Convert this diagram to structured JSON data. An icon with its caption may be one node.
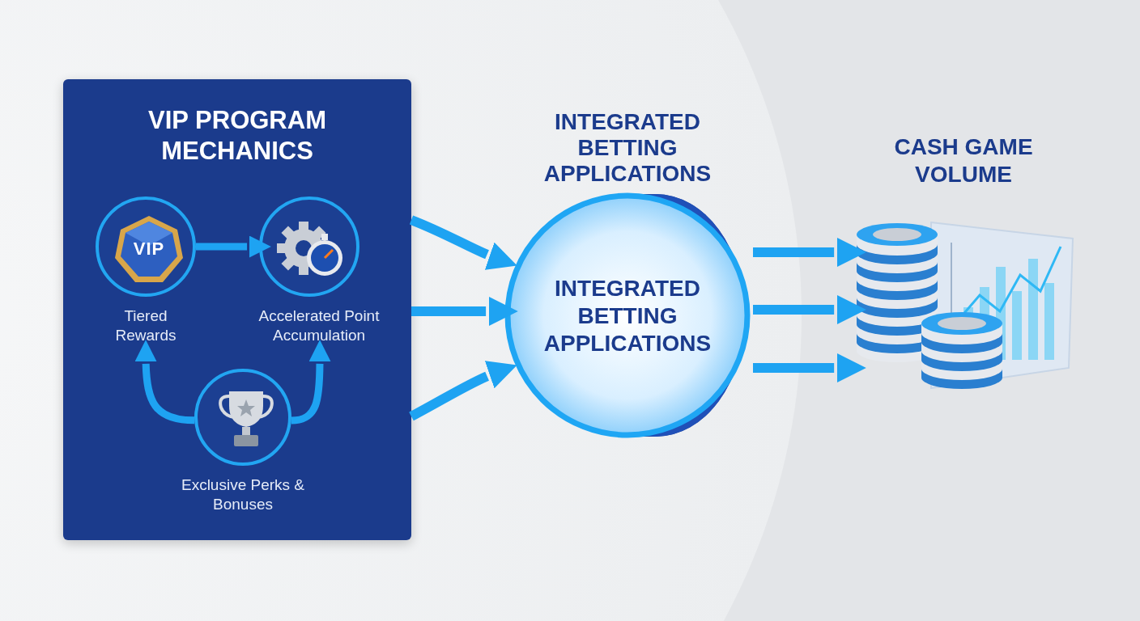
{
  "diagram": {
    "nodes": [
      {
        "text": [
          "VIP PROGRAM MECHANICS"
        ]
      },
      {
        "text": [
          "VIP"
        ],
        "beside": [
          "Tiered Rewards"
        ],
        "in": 0
      },
      {
        "text": [],
        "shape": "circle",
        "beside": [
          "Accelerated Point Accumulation"
        ],
        "in": 0
      },
      {
        "text": [],
        "shape": "circle",
        "beside": [
          "Exclusive Perks & Bonuses"
        ],
        "in": 0
      },
      {
        "text": [
          "INTEGRATED BETTING APPLICATIONS",
          "INTEGRATED BETTING APPLICATIONS"
        ]
      },
      {
        "text": [
          "CASH GAME VOLUME"
        ]
      }
    ],
    "edges": [
      {
        "from": 1,
        "to": 2,
        "arrow": "to"
      },
      {
        "from": 3,
        "to": 1,
        "arrow": "to"
      },
      {
        "from": 3,
        "to": 2,
        "arrow": "to"
      },
      {
        "from": 0,
        "to": 4,
        "arrow": "to"
      },
      {
        "from": 0,
        "to": 4,
        "arrow": "to"
      },
      {
        "from": 0,
        "to": 4,
        "arrow": "to"
      },
      {
        "from": 4,
        "to": 5,
        "arrow": "to"
      },
      {
        "from": 4,
        "to": 5,
        "arrow": "to"
      },
      {
        "from": 4,
        "to": 5,
        "arrow": "to"
      }
    ]
  }
}
